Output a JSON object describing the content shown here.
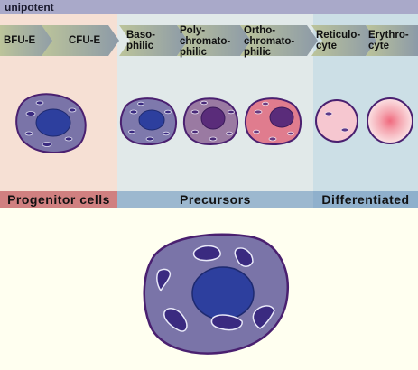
{
  "header": {
    "label": "unipotent"
  },
  "stages": [
    {
      "id": "bfu",
      "label": "BFU-E"
    },
    {
      "id": "cfu",
      "label": "CFU-E"
    },
    {
      "id": "baso",
      "label": "Baso-\nphilic"
    },
    {
      "id": "poly",
      "label": "Poly-\nchromato-\nphilic"
    },
    {
      "id": "ortho",
      "label": "Ortho-\nchromato-\nphilic"
    },
    {
      "id": "reti",
      "label": "Reticulo-\ncyte"
    },
    {
      "id": "ery",
      "label": "Erythro-\ncyte"
    }
  ],
  "groups": [
    {
      "id": "progenitor",
      "label": "Progenitor cells"
    },
    {
      "id": "precursors",
      "label": "Precursors"
    },
    {
      "id": "differentiated",
      "label": "Differentiated"
    }
  ],
  "colors": {
    "cytoplasm_progenitor": "#7a74a8",
    "cytoplasm_baso": "#7e79ac",
    "cytoplasm_poly": "#9a7aa2",
    "cytoplasm_ortho": "#e07c8e",
    "reticulocyte": "#f6c7d0",
    "erythrocyte": "#f8b0b8",
    "nucleus_blue": "#2d3f9e",
    "nucleus_purple": "#5a2c7a",
    "outline": "#4a2070"
  }
}
